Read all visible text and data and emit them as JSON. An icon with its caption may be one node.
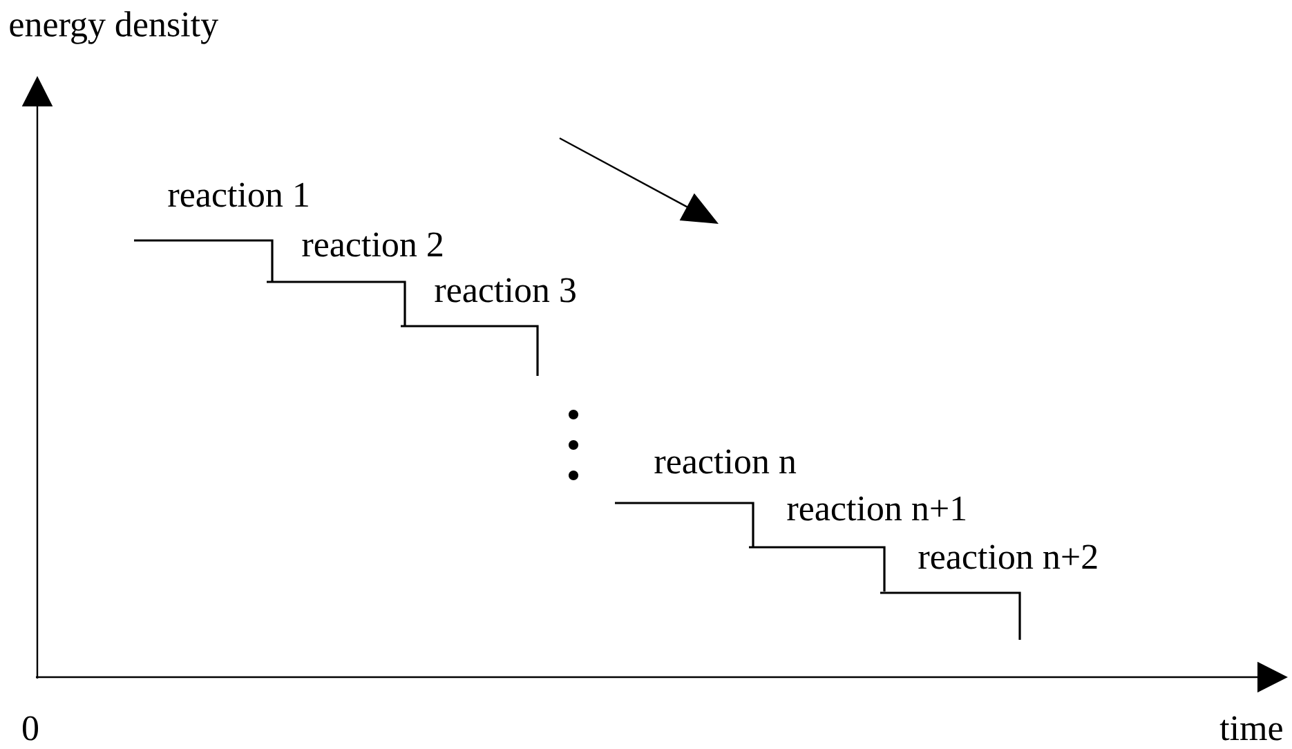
{
  "diagram": {
    "labels": [
      "energy density",
      "reaction 1",
      "reaction 2",
      "reaction 3",
      "reaction n",
      "reaction n+1",
      "reaction n+2",
      "0",
      "time"
    ]
  }
}
